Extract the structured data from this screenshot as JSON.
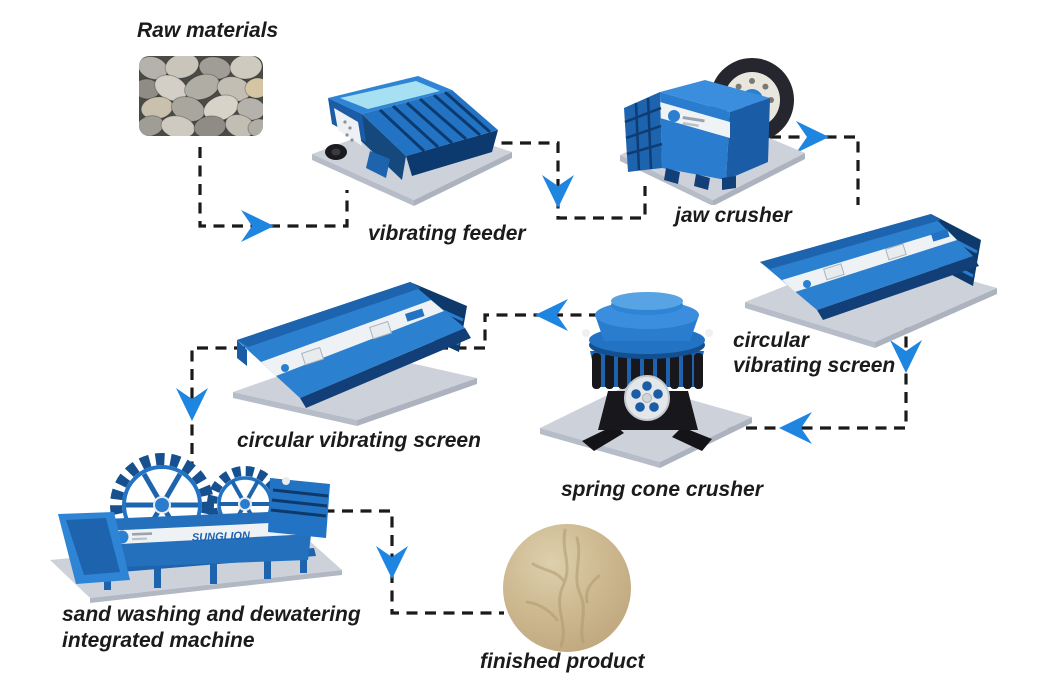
{
  "flow": {
    "sequence": [
      "Raw materials",
      "vibrating feeder",
      "jaw crusher",
      "circular vibrating screen",
      "spring cone crusher",
      "circular vibrating screen",
      "sand washing and dewatering integrated machine",
      "finished product"
    ],
    "steps": [
      {
        "name": "raw-materials",
        "label": "Raw materials"
      },
      {
        "name": "vibrating-feeder",
        "label": "vibrating feeder"
      },
      {
        "name": "jaw-crusher",
        "label": "jaw crusher"
      },
      {
        "name": "circular-vibrating-screen-right",
        "label_line1": "circular",
        "label_line2": "vibrating screen"
      },
      {
        "name": "spring-cone-crusher",
        "label": "spring cone crusher"
      },
      {
        "name": "circular-vibrating-screen-left",
        "label": "circular vibrating screen"
      },
      {
        "name": "sand-washing-machine",
        "label_line1": "sand washing and dewatering",
        "label_line2": "integrated machine"
      },
      {
        "name": "finished-product",
        "label": "finished product"
      }
    ],
    "brand_text": "SUNGLION",
    "colors": {
      "arrow_blue": "#1e86e0",
      "machine_blue": "#2a7cce",
      "machine_blue_dark": "#14508f",
      "machine_blue_deep": "#0d3a6e",
      "machine_highlight": "#9adcf0",
      "platform_gray": "#cdd2da",
      "connector_black": "#1a1a1a",
      "label_black": "#1b1b1b",
      "sand_tan": "#c9b189",
      "band_white": "#f0f3f6"
    }
  }
}
